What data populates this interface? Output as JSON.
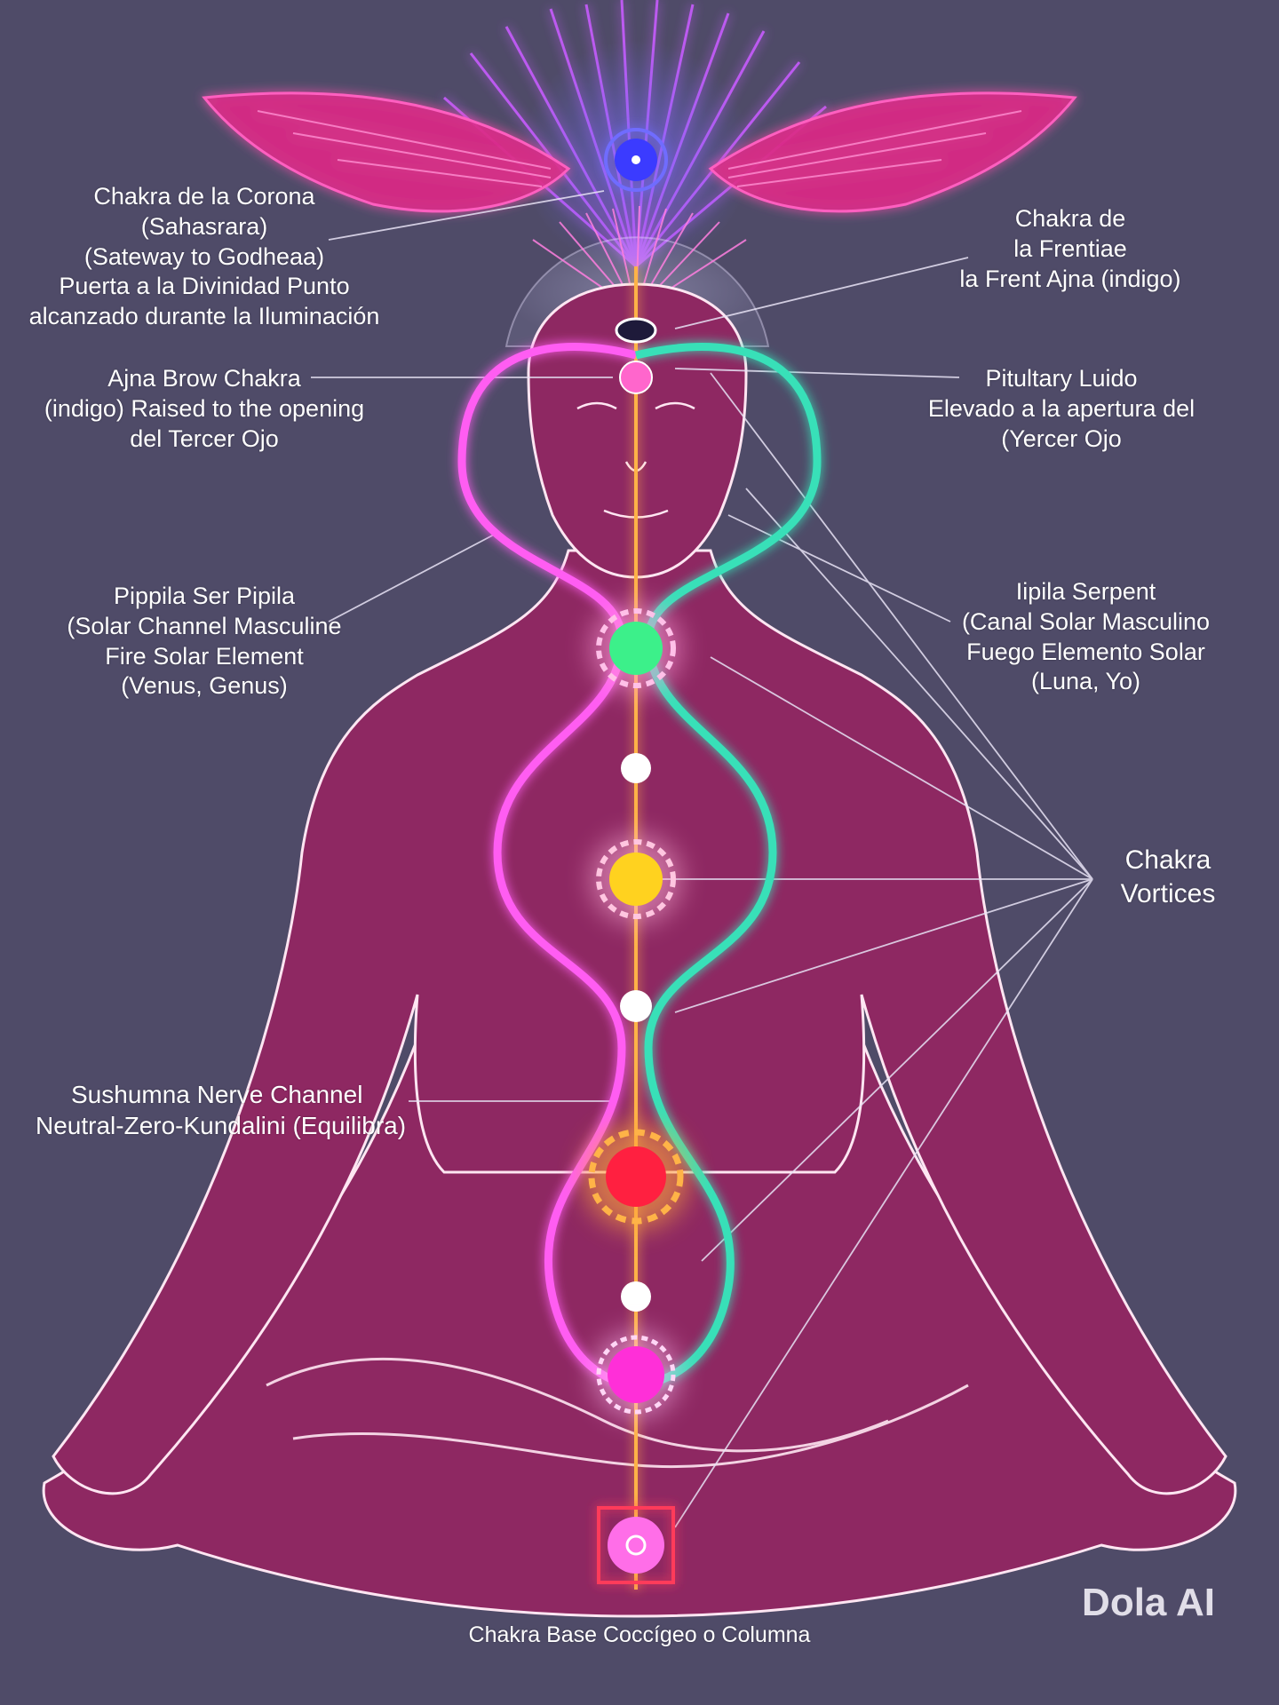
{
  "colors": {
    "background": "#4f4b68",
    "body": "#8e2862",
    "outline": "#ffe6f2",
    "pink_channel": "#ff5df2",
    "teal_channel": "#38e0b8",
    "sushumna": "#ffb347",
    "wings": "#ff3aa5",
    "rays": "#c85bff",
    "leader_lines": "#e8e3f5"
  },
  "labels": {
    "crown": [
      "Chakra de la Corona",
      "(Sahasrara)",
      "(Sateway to Godheaa)",
      "Puerta a la Divinidad Punto",
      "alcanzado durante la Iluminación"
    ],
    "brow_right": [
      "Chakra de",
      "la Frentiae",
      "la Frent Ajna (indigo)"
    ],
    "ajna_left": [
      "Ajna Brow Chakra",
      "(indigo) Raised to the opening",
      "del Tercer Ojo"
    ],
    "pituitary_right": [
      "Pitultary Luido",
      "Elevado a la apertura del",
      "(Yercer Ojo"
    ],
    "pippila_left": [
      "Pippila Ser Pipila",
      "(Solar Channel Masculine",
      "Fire Solar Element",
      "(Venus, Genus)"
    ],
    "ipila_right": [
      "Iipila Serpent",
      "(Canal Solar Masculino",
      "Fuego Elemento Solar",
      "(Luna, Yo)"
    ],
    "vortices_right": [
      "Chakra",
      "Vortices"
    ],
    "sushumna_left": [
      "Sushumna Nerve Channel",
      "Neutral-Zero-Kundalini (Equilibra)"
    ],
    "base": "Chakra Base Coccígeo o Columna"
  },
  "chakras": [
    {
      "name": "crown",
      "color": "#3b3bff"
    },
    {
      "name": "third-eye",
      "color": "#ff66cc"
    },
    {
      "name": "heart",
      "color": "#3cf08a"
    },
    {
      "name": "solar-plexus",
      "color": "#ffd21f"
    },
    {
      "name": "sacral",
      "color": "#ff2040"
    },
    {
      "name": "root-magenta",
      "color": "#ff2fd8"
    },
    {
      "name": "base",
      "color": "#ff6ee8"
    }
  ],
  "watermark": "Dola AI"
}
